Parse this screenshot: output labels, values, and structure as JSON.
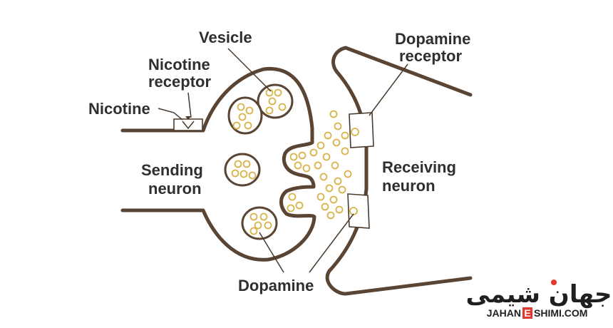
{
  "labels": {
    "vesicle": "Vesicle",
    "nicotine_receptor_line1": "Nicotine",
    "nicotine_receptor_line2": "receptor",
    "nicotine": "Nicotine",
    "sending_line1": "Sending",
    "sending_line2": "neuron",
    "dopamine_receptor_line1": "Dopamine",
    "dopamine_receptor_line2": "receptor",
    "receiving_line1": "Receiving",
    "receiving_line2": "neuron",
    "dopamine": "Dopamine"
  },
  "logo": {
    "persian": "جهان شیمی",
    "domain_prefix": "JAHAN",
    "domain_letter": "E",
    "domain_suffix": "SHIMI.COM"
  },
  "colors": {
    "membrane": "#5a4433",
    "dopamine": "#d9b44a",
    "text": "#2f2f2f",
    "logo_accent": "#e03a2f"
  }
}
